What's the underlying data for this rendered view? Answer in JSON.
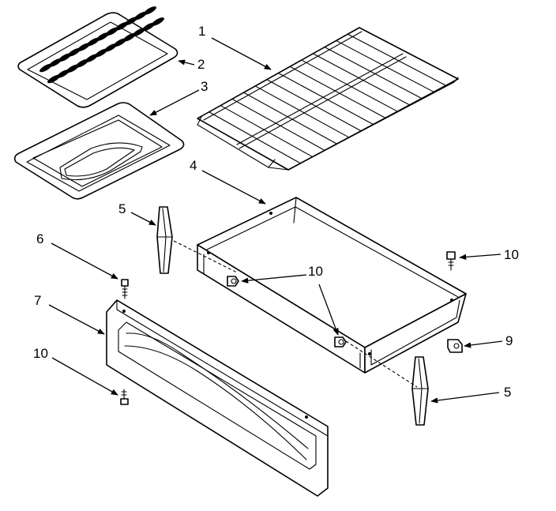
{
  "callouts": [
    {
      "id": "c1",
      "label": "1"
    },
    {
      "id": "c2",
      "label": "2"
    },
    {
      "id": "c3",
      "label": "3"
    },
    {
      "id": "c4",
      "label": "4"
    },
    {
      "id": "c5a",
      "label": "5"
    },
    {
      "id": "c5b",
      "label": "5"
    },
    {
      "id": "c6",
      "label": "6"
    },
    {
      "id": "c7",
      "label": "7"
    },
    {
      "id": "c9",
      "label": "9"
    },
    {
      "id": "c10a",
      "label": "10"
    },
    {
      "id": "c10b",
      "label": "10"
    },
    {
      "id": "c10c",
      "label": "10"
    }
  ]
}
